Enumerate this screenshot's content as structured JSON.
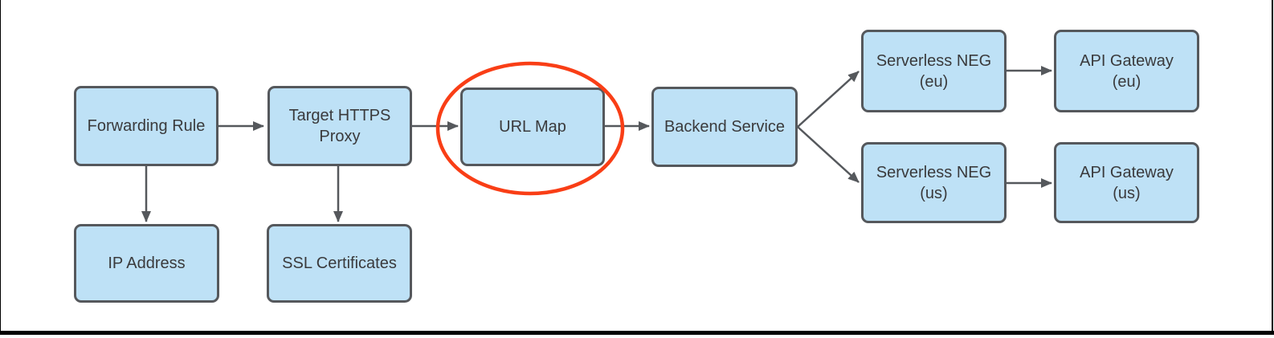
{
  "diagram": {
    "nodes": [
      {
        "id": "forwarding-rule",
        "label": "Forwarding Rule"
      },
      {
        "id": "target-https-proxy",
        "label": "Target HTTPS\nProxy"
      },
      {
        "id": "url-map",
        "label": "URL Map"
      },
      {
        "id": "backend-service",
        "label": "Backend Service"
      },
      {
        "id": "serverless-neg-eu",
        "label": "Serverless NEG\n(eu)"
      },
      {
        "id": "api-gateway-eu",
        "label": "API Gateway\n(eu)"
      },
      {
        "id": "serverless-neg-us",
        "label": "Serverless NEG\n(us)"
      },
      {
        "id": "api-gateway-us",
        "label": "API Gateway\n(us)"
      },
      {
        "id": "ip-address",
        "label": "IP Address"
      },
      {
        "id": "ssl-certificates",
        "label": "SSL Certificates"
      }
    ],
    "edges": [
      {
        "from": "forwarding-rule",
        "to": "target-https-proxy"
      },
      {
        "from": "target-https-proxy",
        "to": "url-map"
      },
      {
        "from": "url-map",
        "to": "backend-service"
      },
      {
        "from": "backend-service",
        "to": "serverless-neg-eu"
      },
      {
        "from": "backend-service",
        "to": "serverless-neg-us"
      },
      {
        "from": "serverless-neg-eu",
        "to": "api-gateway-eu"
      },
      {
        "from": "serverless-neg-us",
        "to": "api-gateway-us"
      },
      {
        "from": "forwarding-rule",
        "to": "ip-address"
      },
      {
        "from": "target-https-proxy",
        "to": "ssl-certificates"
      }
    ],
    "annotation": {
      "type": "ellipse-highlight",
      "target": "url-map"
    },
    "colors": {
      "background": "#FFFFFF",
      "node_fill": "#BEE1F6",
      "node_border": "#55585C",
      "arrow": "#55585C",
      "text": "#3A3A3C",
      "highlight": "#F93E16",
      "frame": "#000000"
    }
  }
}
